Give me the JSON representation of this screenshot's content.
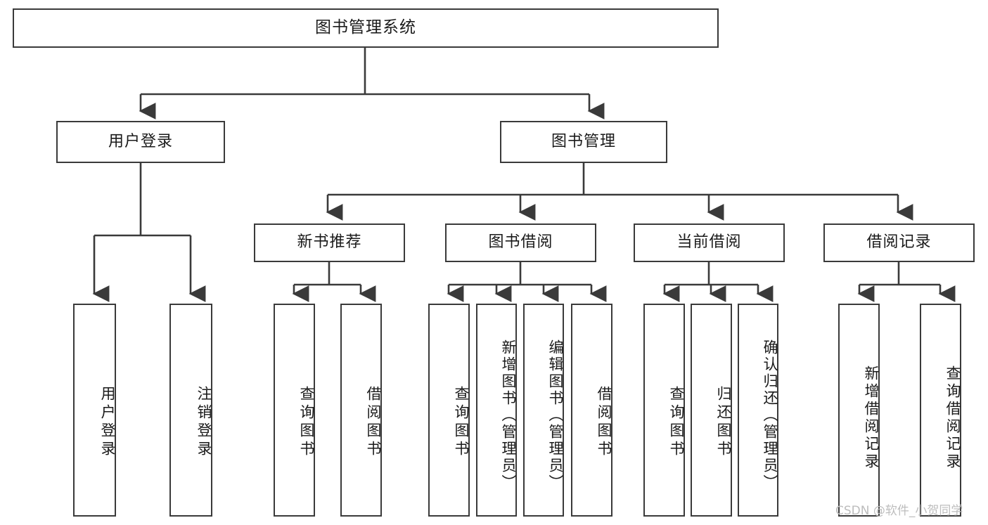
{
  "diagram": {
    "title": "图书管理系统",
    "type": "functional-structure-tree",
    "watermark": "CSDN @软件_小贺同学",
    "line_color": "#3a3a3a",
    "box_fill": "#ffffff",
    "text_color": "#1a1a1a",
    "watermark_color": "#bdbdbd"
  },
  "nodes": {
    "root": {
      "label": "图书管理系统"
    },
    "level2": [
      {
        "id": "user-login",
        "label": "用户登录"
      },
      {
        "id": "book-manage",
        "label": "图书管理"
      }
    ],
    "level3": [
      {
        "id": "new-book-rec",
        "label": "新书推荐"
      },
      {
        "id": "book-borrow",
        "label": "图书借阅"
      },
      {
        "id": "current-borrow",
        "label": "当前借阅"
      },
      {
        "id": "borrow-record",
        "label": "借阅记录"
      }
    ],
    "leaves": {
      "user_login": [
        {
          "id": "leaf-user-login",
          "label": "用户登录"
        },
        {
          "id": "leaf-user-logout",
          "label": "注销登录"
        }
      ],
      "new_book_rec": [
        {
          "id": "leaf-query-book-1",
          "label": "查询图书"
        },
        {
          "id": "leaf-borrow-book-1",
          "label": "借阅图书"
        }
      ],
      "book_borrow": [
        {
          "id": "leaf-query-book-2",
          "label": "查询图书"
        },
        {
          "id": "leaf-add-book",
          "label": "新增图书（管理员）"
        },
        {
          "id": "leaf-edit-book",
          "label": "编辑图书（管理员）"
        },
        {
          "id": "leaf-borrow-book-2",
          "label": "借阅图书"
        }
      ],
      "current_borrow": [
        {
          "id": "leaf-query-book-3",
          "label": "查询图书"
        },
        {
          "id": "leaf-return-book",
          "label": "归还图书"
        },
        {
          "id": "leaf-confirm-return",
          "label": "确认归还（管理员）"
        }
      ],
      "borrow_record": [
        {
          "id": "leaf-add-record",
          "label": "新增借阅记录"
        },
        {
          "id": "leaf-query-record",
          "label": "查询借阅记录"
        }
      ]
    }
  }
}
